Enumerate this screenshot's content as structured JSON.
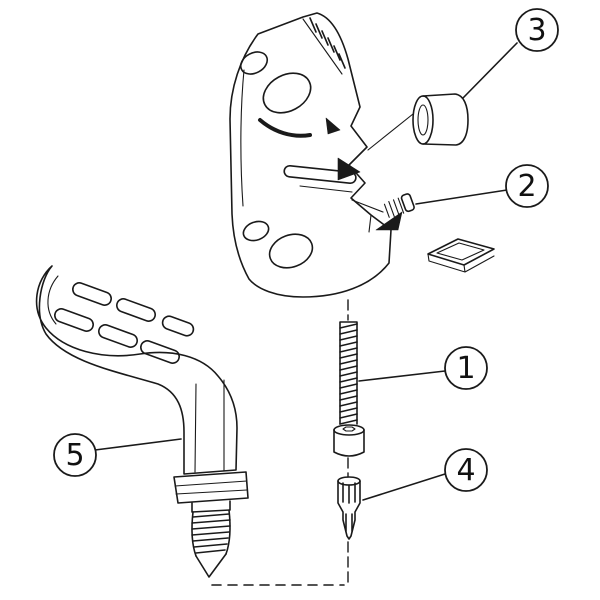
{
  "diagram": {
    "type": "exploded-parts-diagram",
    "callouts": [
      {
        "label": "3"
      },
      {
        "label": "2"
      },
      {
        "label": "1"
      },
      {
        "label": "4"
      },
      {
        "label": "5"
      }
    ],
    "colors": {
      "line": "#1a1a1a",
      "background": "#ffffff"
    }
  }
}
